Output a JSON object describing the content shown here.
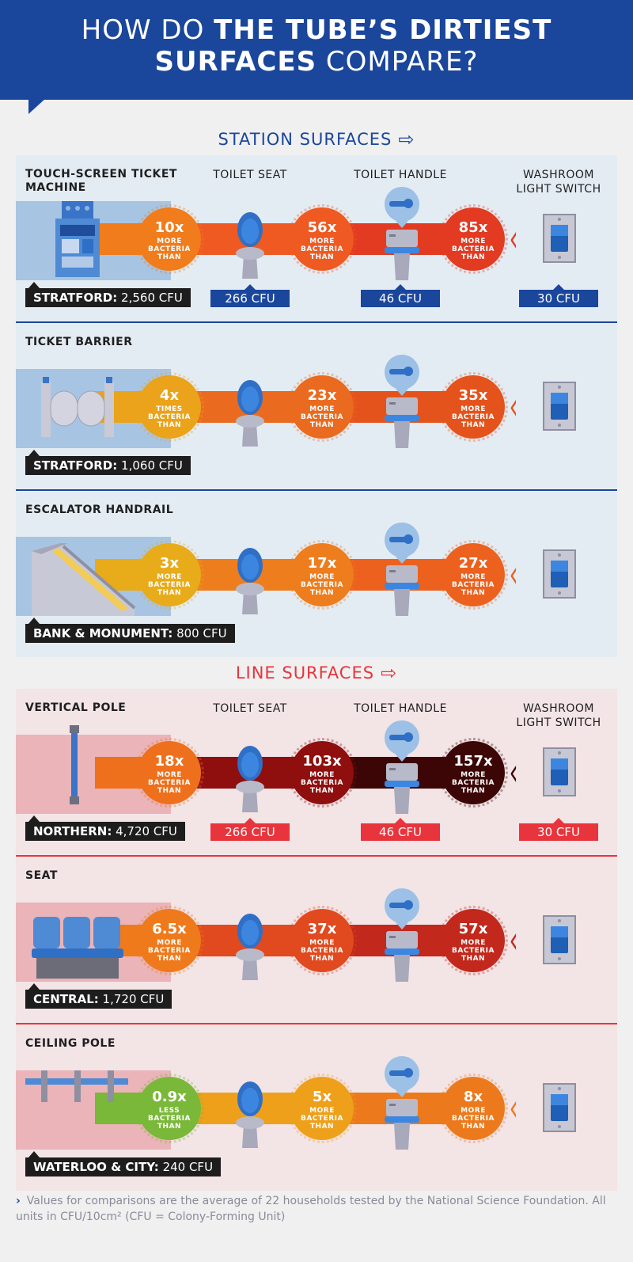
{
  "title": {
    "line1_regular": "HOW DO ",
    "line1_bold": "THE TUBE’S DIRTIEST",
    "line2_bold": "SURFACES",
    "line2_regular": " COMPARE?"
  },
  "colors": {
    "station_blue": "#1a469c",
    "line_red": "#e8343c",
    "panel_blue": "#e4ecf3",
    "panel_red": "#f3e4e6"
  },
  "comparison_heads": {
    "toilet_seat": "TOILET SEAT",
    "toilet_handle": "TOILET HANDLE",
    "light_switch": "WASHROOM LIGHT SWITCH"
  },
  "station_section": {
    "heading": "STATION SURFACES",
    "cfu": {
      "toilet_seat": "266 CFU",
      "toilet_handle": "46 CFU",
      "light_switch": "30 CFU"
    },
    "rows": [
      {
        "label": "TOUCH-SCREEN TICKET MACHINE",
        "icon": "ticket-machine-icon",
        "location": "STRATFORD:",
        "value": "2,560 CFU",
        "comparisons": [
          {
            "mult": "10x",
            "l1": "MORE",
            "l2": "BACTERIA",
            "l3": "THAN",
            "color": "#f07c1c"
          },
          {
            "mult": "56x",
            "l1": "MORE",
            "l2": "BACTERIA",
            "l3": "THAN",
            "color": "#ef5a22"
          },
          {
            "mult": "85x",
            "l1": "MORE",
            "l2": "BACTERIA",
            "l3": "THAN",
            "color": "#e23b22"
          }
        ]
      },
      {
        "label": "TICKET BARRIER",
        "icon": "ticket-barrier-icon",
        "location": "STRATFORD:",
        "value": "1,060 CFU",
        "comparisons": [
          {
            "mult": "4x",
            "l1": "TIMES",
            "l2": "BACTERIA",
            "l3": "THAN",
            "color": "#eaa31a"
          },
          {
            "mult": "23x",
            "l1": "MORE",
            "l2": "BACTERIA",
            "l3": "THAN",
            "color": "#ea6a1f"
          },
          {
            "mult": "35x",
            "l1": "MORE",
            "l2": "BACTERIA",
            "l3": "THAN",
            "color": "#e5531c"
          }
        ]
      },
      {
        "label": "ESCALATOR HANDRAIL",
        "icon": "escalator-icon",
        "location": "BANK & MONUMENT:",
        "value": "800 CFU",
        "comparisons": [
          {
            "mult": "3x",
            "l1": "MORE",
            "l2": "BACTERIA",
            "l3": "THAN",
            "color": "#e8ab1a"
          },
          {
            "mult": "17x",
            "l1": "MORE",
            "l2": "BACTERIA",
            "l3": "THAN",
            "color": "#ee7d1d"
          },
          {
            "mult": "27x",
            "l1": "MORE",
            "l2": "BACTERIA",
            "l3": "THAN",
            "color": "#ec611e"
          }
        ]
      }
    ]
  },
  "line_section": {
    "heading": "LINE SURFACES",
    "cfu": {
      "toilet_seat": "266 CFU",
      "toilet_handle": "46 CFU",
      "light_switch": "30 CFU"
    },
    "rows": [
      {
        "label": "VERTICAL POLE",
        "icon": "vertical-pole-icon",
        "location": "NORTHERN:",
        "value": "4,720 CFU",
        "comparisons": [
          {
            "mult": "18x",
            "l1": "MORE",
            "l2": "BACTERIA",
            "l3": "THAN",
            "color": "#ef701c"
          },
          {
            "mult": "103x",
            "l1": "MORE",
            "l2": "BACTERIA",
            "l3": "THAN",
            "color": "#8f0e0e"
          },
          {
            "mult": "157x",
            "l1": "MORE",
            "l2": "BACTERIA",
            "l3": "THAN",
            "color": "#3d0606"
          }
        ]
      },
      {
        "label": "SEAT",
        "icon": "train-seat-icon",
        "location": "CENTRAL:",
        "value": "1,720 CFU",
        "comparisons": [
          {
            "mult": "6.5x",
            "l1": "MORE",
            "l2": "BACTERIA",
            "l3": "THAN",
            "color": "#ef7a1c"
          },
          {
            "mult": "37x",
            "l1": "MORE",
            "l2": "BACTERIA",
            "l3": "THAN",
            "color": "#e04a1e"
          },
          {
            "mult": "57x",
            "l1": "MORE",
            "l2": "BACTERIA",
            "l3": "THAN",
            "color": "#c2281b"
          }
        ]
      },
      {
        "label": "CEILING POLE",
        "icon": "ceiling-pole-icon",
        "location": "WATERLOO & CITY:",
        "value": "240 CFU",
        "comparisons": [
          {
            "mult": "0.9x",
            "l1": "LESS",
            "l2": "BACTERIA",
            "l3": "THAN",
            "color": "#7ab83a"
          },
          {
            "mult": "5x",
            "l1": "MORE",
            "l2": "BACTERIA",
            "l3": "THAN",
            "color": "#eea01a"
          },
          {
            "mult": "8x",
            "l1": "MORE",
            "l2": "BACTERIA",
            "l3": "THAN",
            "color": "#ec7a1c"
          }
        ]
      }
    ]
  },
  "footnote": {
    "mark": "›",
    "text": "Values for comparisons are the average of 22 households tested by the National Science Foundation. All units in CFU/10cm² (CFU = Colony-Forming Unit)"
  }
}
